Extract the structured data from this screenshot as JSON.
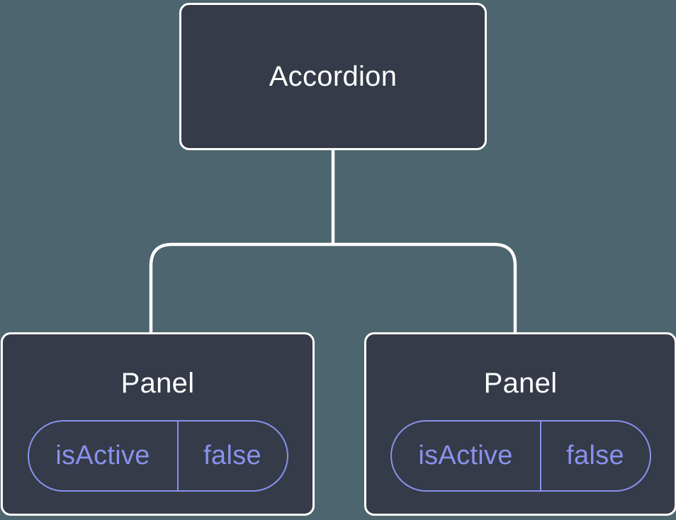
{
  "colors": {
    "background": "#4D656E",
    "node_fill": "#353B48",
    "node_border": "#FFFFFF",
    "connector": "#FFFFFF",
    "node_text": "#FFFFFF",
    "state_accent": "#8891EC"
  },
  "tree": {
    "root": {
      "label": "Accordion"
    },
    "children": [
      {
        "label": "Panel",
        "state": {
          "key": "isActive",
          "value": "false"
        }
      },
      {
        "label": "Panel",
        "state": {
          "key": "isActive",
          "value": "false"
        }
      }
    ]
  }
}
